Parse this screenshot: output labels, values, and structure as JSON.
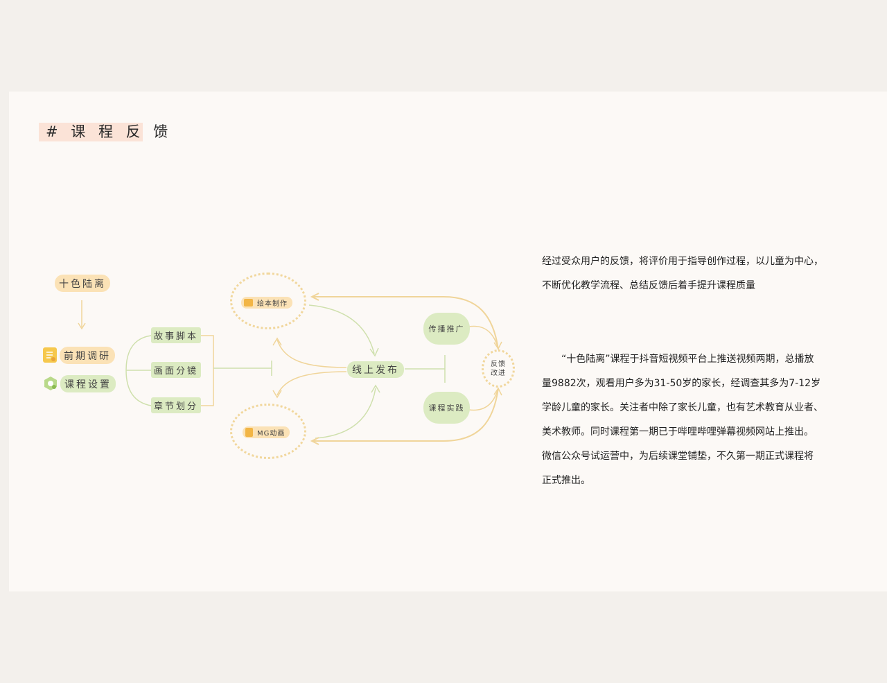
{
  "heading": "# 课 程 反 馈",
  "diagram": {
    "root": "十色陆离",
    "phase_research": "前期调研",
    "phase_setup": "课程设置",
    "steps": [
      "故事脚本",
      "画面分镜",
      "章节划分"
    ],
    "picture_book": "绘本制作",
    "mg_animation": "MG动画",
    "publish": "线上发布",
    "promotion": "传播推广",
    "practice": "课程实践",
    "feedback_line1": "反馈",
    "feedback_line2": "改进"
  },
  "paragraph1": [
    "经过受众用户的反馈，将评价用于指导创作过程，以儿童为中心，",
    "不断优化教学流程、总结反馈后着手提升课程质量"
  ],
  "paragraph2": [
    "　　“十色陆离”课程于抖音短视频平台上推送视频两期，总播放",
    "量9882次，观看用户多为31-50岁的家长，经调查其多为7-12岁",
    "学龄儿童的家长。关注者中除了家长儿童，也有艺术教育从业者、",
    "美术教师。同时课程第一期已于哔哩哔哩弹幕视频网站上推出。",
    "微信公众号试运营中，为后续课堂铺垫，不久第一期正式课程将",
    "正式推出。"
  ],
  "colors": {
    "panel": "#fcf9f6",
    "heading_bg": "#fbe3d7",
    "orange_node": "#fbe2b6",
    "green_node": "#dcebc2",
    "orange_line": "#f0d59a",
    "green_line": "#cfe0ad"
  }
}
